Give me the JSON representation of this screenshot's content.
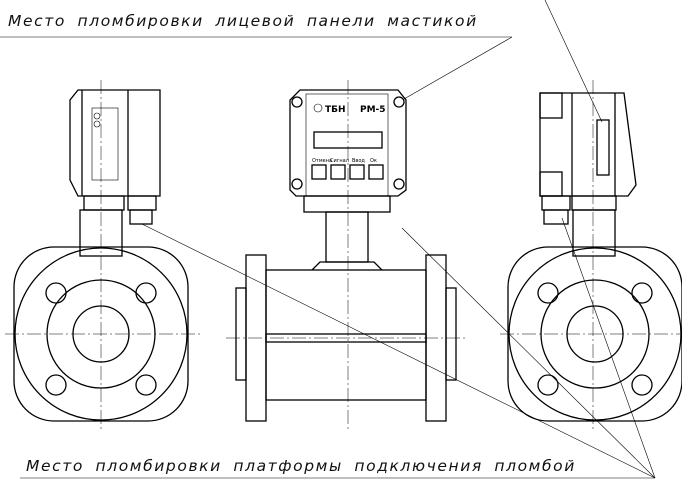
{
  "captions": {
    "top": "Место пломбировки лицевой панели мастикой",
    "bottom": "Место пломбировки платформы подключения пломбой"
  },
  "device": {
    "brand": "ТБН",
    "model": "РМ-5",
    "buttons": [
      "Отмена",
      "Сигнал",
      "Ввод",
      "Ок"
    ]
  }
}
